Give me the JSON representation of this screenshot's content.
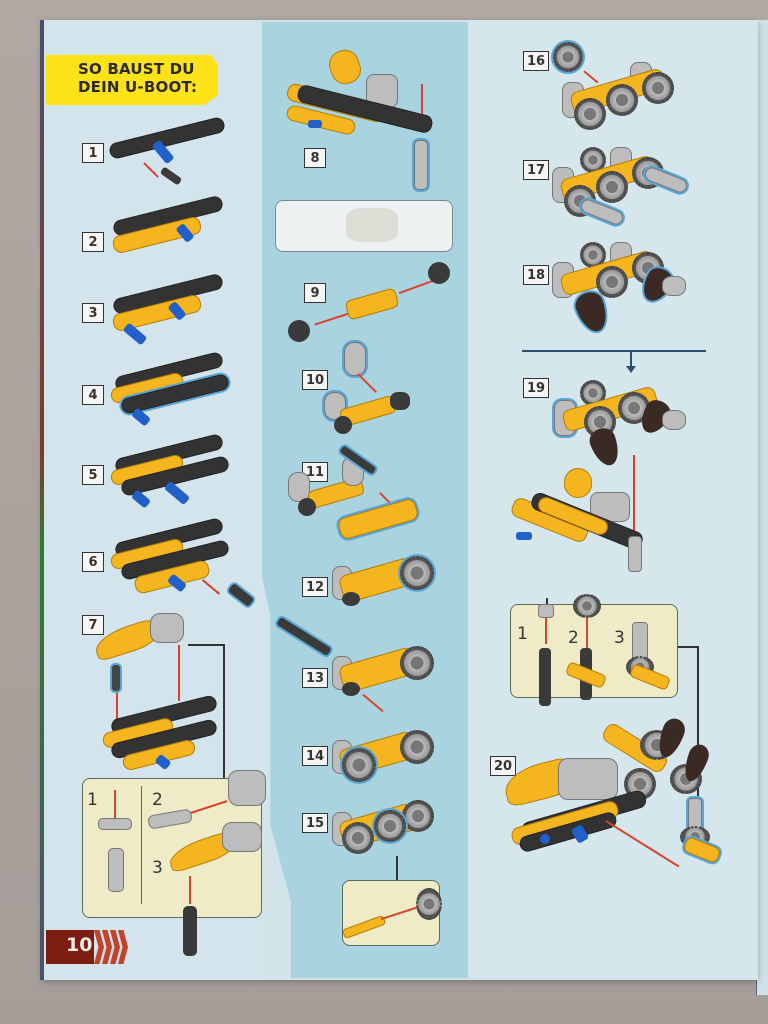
{
  "page": {
    "title_line1": "SO BAUST DU",
    "title_line2": "DEIN U-BOOT:",
    "page_number": "10",
    "colors": {
      "background_left": "#d4e4ec",
      "background_mid": "#a9d3df",
      "background_right": "#d5e6ed",
      "title_banner": "#ffe218",
      "page_num_bar": "#7c1d12",
      "chevron": "#c0432a",
      "beam_yellow": "#f5b51e",
      "beam_black": "#333333",
      "pin_blue": "#2260c9",
      "arrow_red": "#d8432a",
      "inset_bg": "#eeebc6"
    }
  },
  "steps": [
    {
      "label": "1"
    },
    {
      "label": "2"
    },
    {
      "label": "3"
    },
    {
      "label": "4"
    },
    {
      "label": "5"
    },
    {
      "label": "6"
    },
    {
      "label": "7"
    },
    {
      "label": "8"
    },
    {
      "label": "9"
    },
    {
      "label": "10"
    },
    {
      "label": "11"
    },
    {
      "label": "12"
    },
    {
      "label": "13"
    },
    {
      "label": "14"
    },
    {
      "label": "15"
    },
    {
      "label": "16"
    },
    {
      "label": "17"
    },
    {
      "label": "18"
    },
    {
      "label": "19"
    },
    {
      "label": "20"
    }
  ],
  "insets": {
    "step7_substeps": [
      "1",
      "2",
      "3"
    ],
    "step20_substeps": [
      "1",
      "2",
      "3"
    ]
  }
}
